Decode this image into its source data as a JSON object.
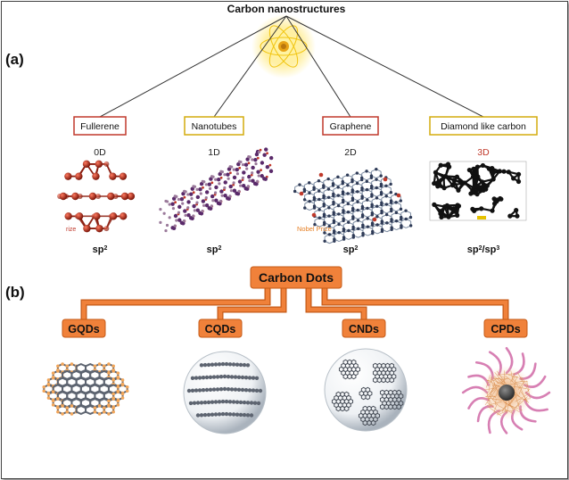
{
  "panel_a": {
    "label": "(a)",
    "title": "Carbon nanostructures",
    "items": [
      {
        "name": "Fullerene",
        "dimension": "0D",
        "hybrid": "sp",
        "hybrid_sup": "2",
        "hybrid_tail": "",
        "hybrid_tail_sup": "",
        "note": "rize",
        "box_color": "#c0392b",
        "dim_color": "#222222"
      },
      {
        "name": "Nanotubes",
        "dimension": "1D",
        "hybrid": "sp",
        "hybrid_sup": "2",
        "hybrid_tail": "",
        "hybrid_tail_sup": "",
        "note": "",
        "box_color": "#d4ac0d",
        "dim_color": "#222222"
      },
      {
        "name": "Graphene",
        "dimension": "2D",
        "hybrid": "sp",
        "hybrid_sup": "2",
        "hybrid_tail": "",
        "hybrid_tail_sup": "",
        "note": "Nobel Prize",
        "box_color": "#c0392b",
        "dim_color": "#222222"
      },
      {
        "name": "Diamond like carbon",
        "dimension": "3D",
        "hybrid": "sp",
        "hybrid_sup": "2",
        "hybrid_tail": "/sp",
        "hybrid_tail_sup": "3",
        "note": "",
        "box_color": "#d4ac0d",
        "dim_color": "#c0392b"
      }
    ]
  },
  "panel_b": {
    "label": "(b)",
    "title": "Carbon Dots",
    "items": [
      {
        "name": "GQDs"
      },
      {
        "name": "CQDs"
      },
      {
        "name": "CNDs"
      },
      {
        "name": "CPDs"
      }
    ]
  },
  "colors": {
    "orange": "#f0813a",
    "orange_dark": "#c55a17",
    "atom_red": "#b82818",
    "atom_gray": "#5d6470",
    "petal_pink": "#d77fb3"
  }
}
